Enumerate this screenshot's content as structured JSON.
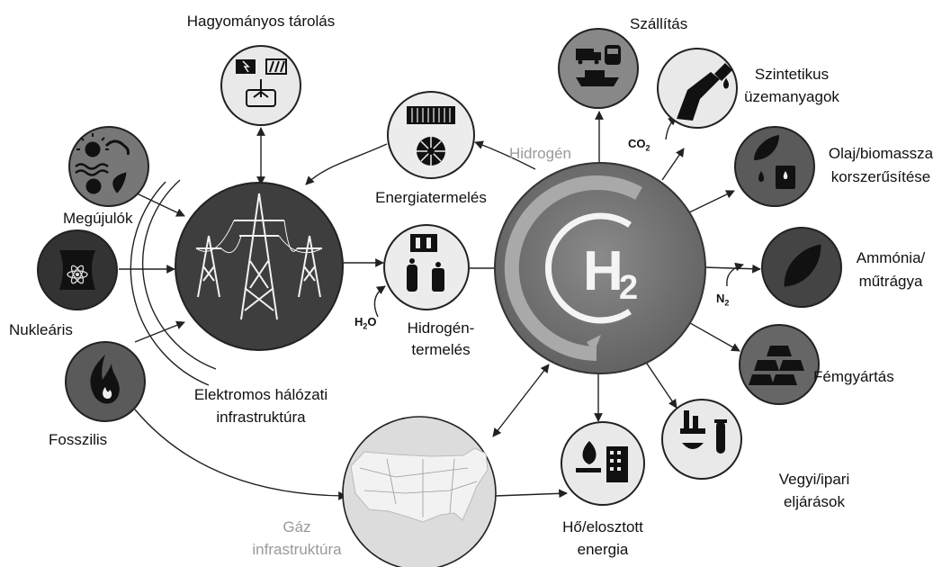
{
  "labels": {
    "hagyomanyos": "Hagyományos tárolás",
    "megujulok": "Megújulók",
    "nuklearis": "Nukleáris",
    "fosszilis": "Fosszilis",
    "elektromos_1": "Elektromos hálózati",
    "elektromos_2": "infrastruktúra",
    "energiatermeles": "Energiatermelés",
    "hidrogentermeles_1": "Hidrogén-",
    "hidrogentermeles_2": "termelés",
    "hidrogen": "Hidrogén",
    "gaz_1": "Gáz",
    "gaz_2": "infrastruktúra",
    "szallitas": "Szállítás",
    "szintetikus_1": "Szintetikus",
    "szintetikus_2": "üzemanyagok",
    "olaj_1": "Olaj/biomassza",
    "olaj_2": "korszerűsítése",
    "ammonia_1": "Ammónia/",
    "ammonia_2": "műtrágya",
    "femgyartas": "Fémgyártás",
    "vegyi_1": "Vegyi/ipari",
    "vegyi_2": "eljárások",
    "ho_1": "Hő/elosztott",
    "ho_2": "energia",
    "hub": "H2"
  },
  "inputs": {
    "h2o_main": "H",
    "h2o_sub": "2",
    "h2o_tail": "O",
    "co2_main": "CO",
    "co2_sub": "2",
    "n2_main": "N",
    "n2_sub": "2"
  },
  "colors": {
    "dark_node": "#3e3e3e",
    "mid_node": "#6a6a6a",
    "light_node": "#e9e9e9",
    "gray_text": "#9a9a9a"
  },
  "icons": [
    "sun-wind-wave-icon",
    "atom-cooling-tower-icon",
    "flame-icon",
    "power-pylon-icon",
    "battery-storage-icon",
    "power-generation-icon",
    "electrolyzer-icon",
    "us-map-icon",
    "transport-icon",
    "fuel-nozzle-icon",
    "oil-barrel-leaf-icon",
    "leaf-icon",
    "metal-ingots-icon",
    "chemical-plant-icon",
    "heat-building-icon"
  ]
}
